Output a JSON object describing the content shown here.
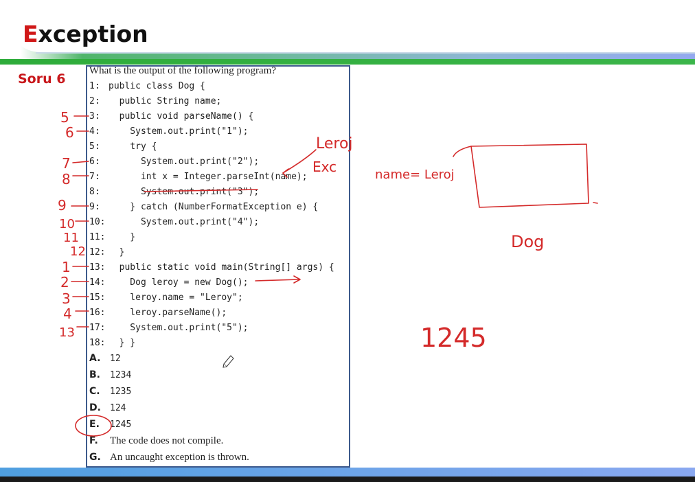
{
  "header": {
    "title_first": "E",
    "title_rest": "xception",
    "section": "Soru 6"
  },
  "question": {
    "prompt": "What is the output of the following program?",
    "code": [
      {
        "num": "1:",
        "text": "public class Dog {"
      },
      {
        "num": "2:",
        "text": "  public String name;"
      },
      {
        "num": "3:",
        "text": "  public void parseName() {"
      },
      {
        "num": "4:",
        "text": "    System.out.print(\"1\");"
      },
      {
        "num": "5:",
        "text": "    try {"
      },
      {
        "num": "6:",
        "text": "      System.out.print(\"2\");"
      },
      {
        "num": "7:",
        "text": "      int x = Integer.parseInt(name);"
      },
      {
        "num": "8:",
        "text": "      System.out.print(\"3\");"
      },
      {
        "num": "9:",
        "text": "    } catch (NumberFormatException e) {"
      },
      {
        "num": "10:",
        "text": "      System.out.print(\"4\");"
      },
      {
        "num": "11:",
        "text": "    }"
      },
      {
        "num": "12:",
        "text": "  }"
      },
      {
        "num": "13:",
        "text": "  public static void main(String[] args) {"
      },
      {
        "num": "14:",
        "text": "    Dog leroy = new Dog();"
      },
      {
        "num": "15:",
        "text": "    leroy.name = \"Leroy\";"
      },
      {
        "num": "16:",
        "text": "    leroy.parseName();"
      },
      {
        "num": "17:",
        "text": "    System.out.print(\"5\");"
      },
      {
        "num": "18:",
        "text": "  } }"
      }
    ],
    "answers": [
      {
        "letter": "A.",
        "text": "12"
      },
      {
        "letter": "B.",
        "text": "1234"
      },
      {
        "letter": "C.",
        "text": "1235"
      },
      {
        "letter": "D.",
        "text": "124"
      },
      {
        "letter": "E.",
        "text": "1245"
      },
      {
        "letter": "F.",
        "text": "The code does not compile."
      },
      {
        "letter": "G.",
        "text": "An uncaught exception is thrown."
      }
    ]
  },
  "annotations": {
    "step_numbers": [
      "5",
      "6",
      "7",
      "8",
      "9",
      "10",
      "11",
      "12",
      "1",
      "2",
      "3",
      "4",
      "13"
    ],
    "leroy_label": "Leroj",
    "exc_label": "Exc",
    "name_assignment": "name= Leroj",
    "dog_label": "Dog",
    "result": "1245",
    "ink_color": "#d42a2a"
  }
}
